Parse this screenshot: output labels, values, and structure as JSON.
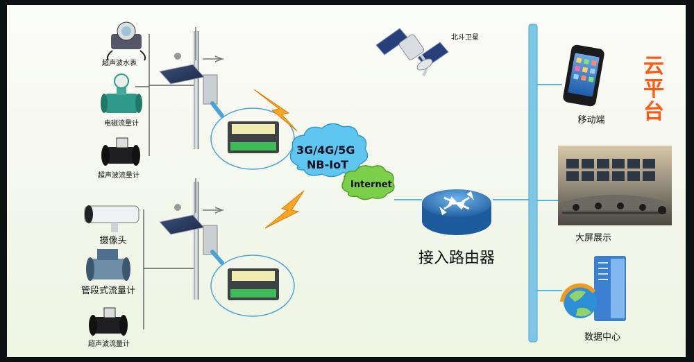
{
  "devices": {
    "group1": [
      "超声波水表",
      "电磁流量计",
      "超声波流量计"
    ],
    "group2": [
      "摄像头",
      "管段式流量计",
      "超声波流量计"
    ]
  },
  "satellite_label": "北斗卫星",
  "network": {
    "label_line1": "3G/4G/5G",
    "label_line2": "NB-IoT",
    "internet": "Internet"
  },
  "router_label": "接入路由器",
  "cloud": {
    "title": "云平台",
    "clients": [
      "移动端",
      "大屏展示",
      "数据中心"
    ]
  },
  "colors": {
    "bus": "#7ec6e6",
    "router": "#2f73b7",
    "cloud_title": "#ff5a14",
    "cloud_network": "#5ec6ef",
    "cloud_internet": "#7ccf4a",
    "lightning": "#f5a623"
  }
}
